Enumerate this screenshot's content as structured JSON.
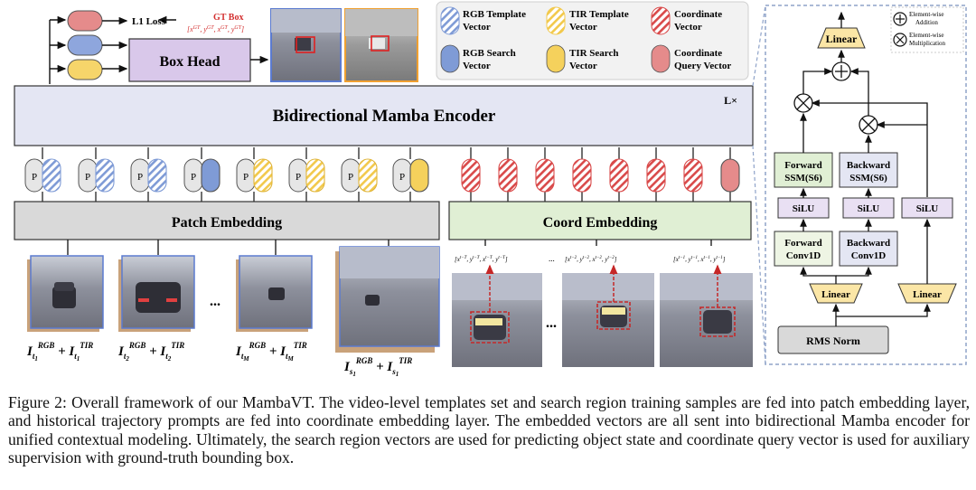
{
  "encoder": {
    "title": "Bidirectional Mamba Encoder",
    "repeat": "L×"
  },
  "box_head": {
    "label": "Box Head",
    "loss": "L1 Loss",
    "gt_title": "GT Box"
  },
  "patch_embedding": {
    "label": "Patch Embedding"
  },
  "coord_embedding": {
    "label": "Coord Embedding"
  },
  "token_prefix": "P",
  "legend": {
    "rgb_template": "RGB Template Vector",
    "tir_template": "TIR Template Vector",
    "coordinate": "Coordinate Vector",
    "rgb_search": "RGB Search Vector",
    "tir_search": "TIR Search Vector",
    "coord_query": "Coordinate Query Vector"
  },
  "block": {
    "linear_top": "Linear",
    "forward_ssm": "Forward SSM(S6)",
    "backward_ssm": "Backward SSM(S6)",
    "silu": "SiLU",
    "forward_conv": "Forward Conv1D",
    "backward_conv": "Backward Conv1D",
    "linear": "Linear",
    "rms_norm": "RMS Norm",
    "add_note": "Element-wise Addition",
    "mul_note": "Element-wise Multiplication"
  },
  "ellipsis": "...",
  "colors": {
    "rgb_blue": "#7f9bd6",
    "tir_yellow": "#f5d15c",
    "coord_red": "#d94a4a",
    "head_purple": "#d9c8ea",
    "encoder_lavender": "#e4e6f3",
    "patch_gray": "#d9d9d9",
    "coord_green": "#e0efd4",
    "mamba_border": "#8fa3c9"
  },
  "caption": "Figure 2: Overall framework of our MambaVT. The video-level templates set and search region training samples are fed into patch embedding layer, and historical trajectory prompts are fed into coordinate embedding layer. The embedded vectors are all sent into bidirectional Mamba encoder for unified contextual modeling. Ultimately, the search region vectors are used for predicting object state and coordinate query vector is used for auxiliary supervision with ground-truth bounding box."
}
